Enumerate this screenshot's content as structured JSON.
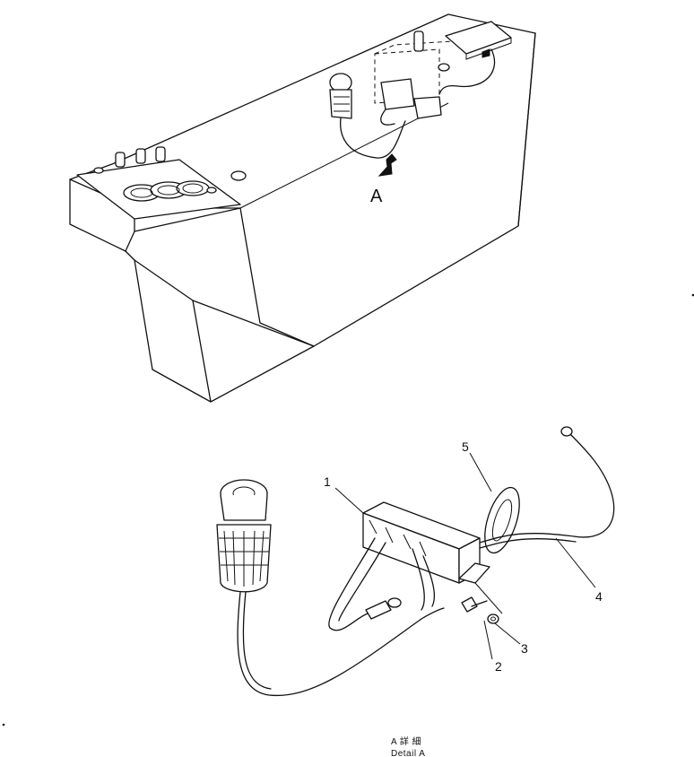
{
  "view_marker": "A",
  "callouts": {
    "c1": "1",
    "c2": "2",
    "c3": "3",
    "c4": "4",
    "c5": "5"
  },
  "caption": {
    "line1": "A 詳 細",
    "line2": "Detail A"
  },
  "colors": {
    "ink": "#111111",
    "paper": "#ffffff"
  }
}
